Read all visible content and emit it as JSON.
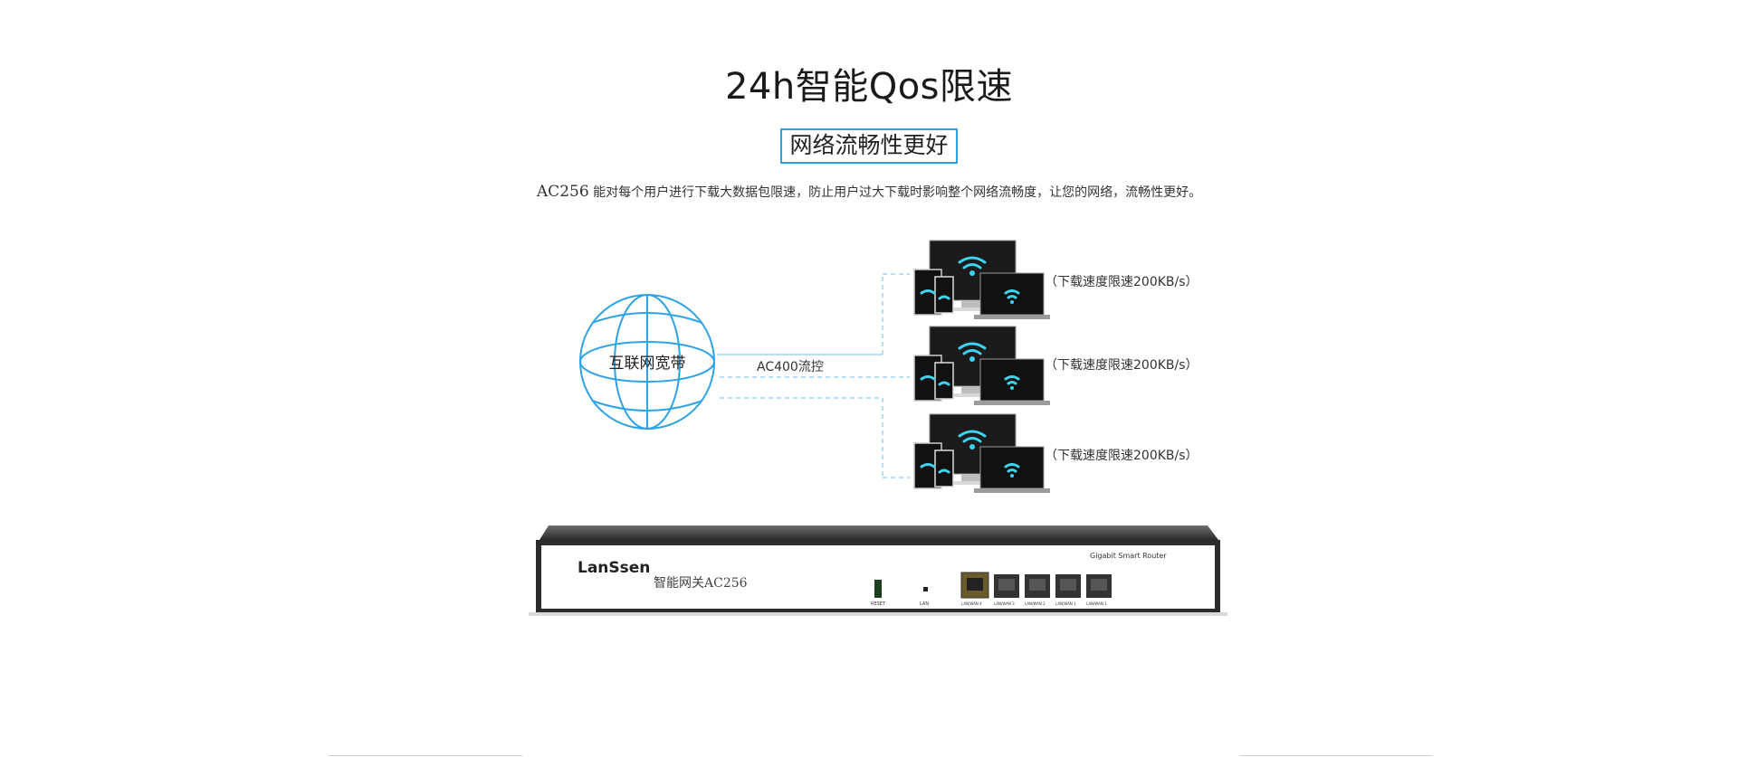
{
  "title": "24h智能Qos限速",
  "subtitle": "网络流畅性更好",
  "description": {
    "model": "AC256",
    "text": " 能对每个用户进行下载大数据包限速，防止用户过大下载时影响整个网络流畅度，让您的网络，流畅性更好。"
  },
  "diagram": {
    "internet_label": "互联网宽带",
    "controller_label": "AC400流控",
    "clients": [
      {
        "speed_label": "（下载速度限速200KB/s）"
      },
      {
        "speed_label": "（下载速度限速200KB/s）"
      },
      {
        "speed_label": "（下载速度限速200KB/s）"
      }
    ],
    "line_color": "#2da3e6",
    "wifi_color": "#3ed3f0"
  },
  "router": {
    "brand": "LanSsen",
    "model_label": "智能网关AC256",
    "top_right_label": "Gigabit Smart Router",
    "reset_label": "RESET",
    "lan_label": "LAN",
    "port_labels": [
      "LAN/WAN 4",
      "LAN/WAN 3",
      "LAN/WAN 2",
      "LAN/WAN 1",
      "LAN/WAN 1"
    ]
  }
}
